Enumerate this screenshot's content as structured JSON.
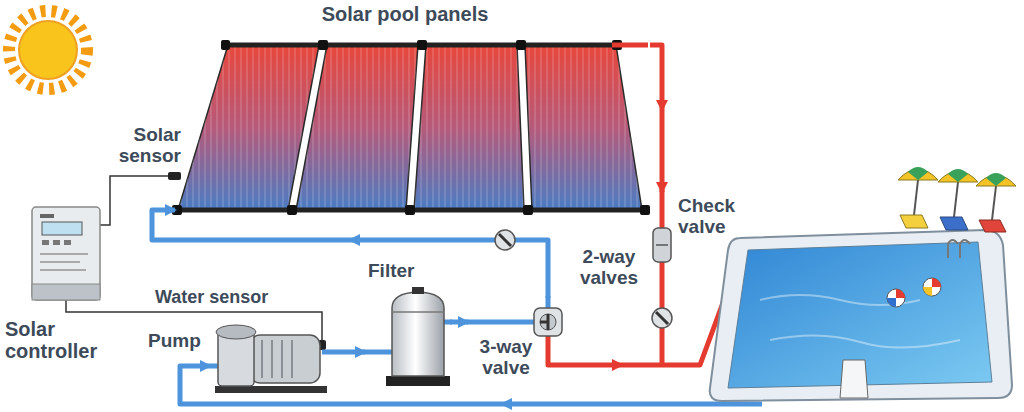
{
  "diagram": {
    "nodes": [
      {
        "text": [
          "Solar pool panels"
        ]
      },
      {
        "text": [
          "Solar controller"
        ]
      },
      {
        "text": [
          "Check valve"
        ]
      },
      {
        "text": [
          "Filter"
        ]
      },
      {
        "text": [
          "Pump"
        ]
      },
      {
        "text": [
          "3-way valve"
        ]
      }
    ],
    "edges": [
      {
        "from": 4,
        "to": 3,
        "arrow": "to"
      },
      {
        "from": 3,
        "to": 5,
        "arrow": "to"
      },
      {
        "from": 5,
        "to": 0,
        "arrow": "to"
      },
      {
        "from": 0,
        "to": 2,
        "arrow": "to"
      }
    ],
    "labels": [
      "Solar sensor",
      "2-way valves",
      "Water sensor"
    ]
  }
}
